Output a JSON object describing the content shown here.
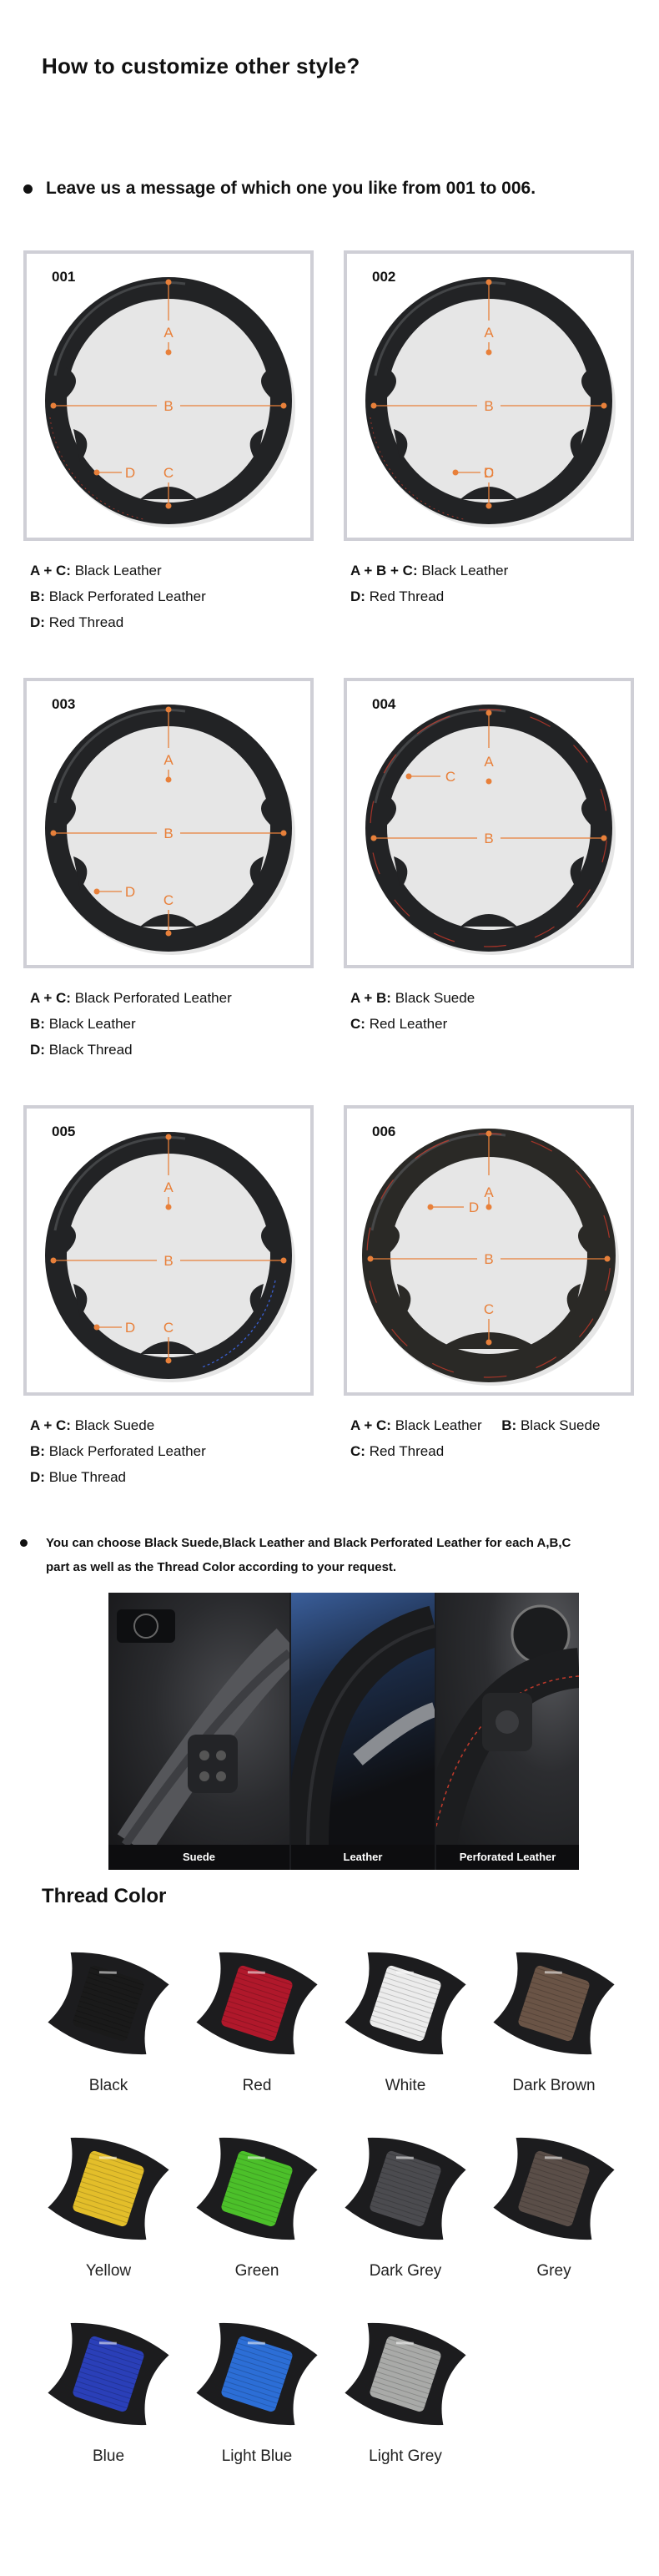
{
  "page": {
    "title": "How to customize other style?",
    "instruction": "Leave us a message of which one you like from 001 to 006."
  },
  "colors": {
    "accent_orange": "#e8803a",
    "card_border": "#cfcfd6",
    "wheel_leather": "#222325",
    "stitch_red": "#d13a2a",
    "stitch_blue": "#3a5fd1"
  },
  "styles": [
    {
      "code": "001",
      "lines": [
        {
          "key": "A + C:",
          "value": "Black Leather"
        },
        {
          "key": "B:",
          "value": "Black Perforated Leather"
        },
        {
          "key": "D:",
          "value": "Red Thread"
        }
      ]
    },
    {
      "code": "002",
      "lines": [
        {
          "key": "A + B + C:",
          "value": "Black Leather"
        },
        {
          "key": "D:",
          "value": "Red Thread"
        }
      ]
    },
    {
      "code": "003",
      "lines": [
        {
          "key": "A + C:",
          "value": "Black Perforated Leather"
        },
        {
          "key": "B:",
          "value": "Black Leather"
        },
        {
          "key": "D:",
          "value": "Black Thread"
        }
      ]
    },
    {
      "code": "004",
      "lines": [
        {
          "key": "A + B:",
          "value": "Black Suede"
        },
        {
          "key": "C:",
          "value": "Red Leather"
        }
      ]
    },
    {
      "code": "005",
      "lines": [
        {
          "key": "A + C:",
          "value": "Black Suede"
        },
        {
          "key": "B:",
          "value": "Black Perforated Leather"
        },
        {
          "key": "D:",
          "value": "Blue Thread"
        }
      ]
    },
    {
      "code": "006",
      "lines": [
        {
          "key": "A + C:",
          "value": "Black Leather",
          "key2": "B:",
          "value2": "Black Suede"
        },
        {
          "key": "C:",
          "value": "Red Thread"
        }
      ]
    }
  ],
  "labels": {
    "a": "A",
    "b": "B",
    "c": "C",
    "d": "D"
  },
  "materials_note": {
    "line1": "You can choose Black Suede,Black Leather and Black Perforated Leather for each A,B,C",
    "line2": "part as well as the Thread Color according to your request."
  },
  "materials": [
    "Suede",
    "Leather",
    "Perforated Leather"
  ],
  "thread_section": {
    "title": "Thread Color",
    "colors": [
      {
        "name": "Black",
        "hex": "#1a1a1a"
      },
      {
        "name": "Red",
        "hex": "#b0182b"
      },
      {
        "name": "White",
        "hex": "#ececec"
      },
      {
        "name": "Dark Brown",
        "hex": "#6a5446"
      },
      {
        "name": "Yellow",
        "hex": "#e3be2a"
      },
      {
        "name": "Green",
        "hex": "#4cc02a"
      },
      {
        "name": "Dark Grey",
        "hex": "#4b4b4f"
      },
      {
        "name": "Grey",
        "hex": "#5a4e48"
      },
      {
        "name": "Blue",
        "hex": "#2a3fb8"
      },
      {
        "name": "Light Blue",
        "hex": "#2c6ed6"
      },
      {
        "name": "Light Grey",
        "hex": "#a9aaa8"
      }
    ]
  }
}
